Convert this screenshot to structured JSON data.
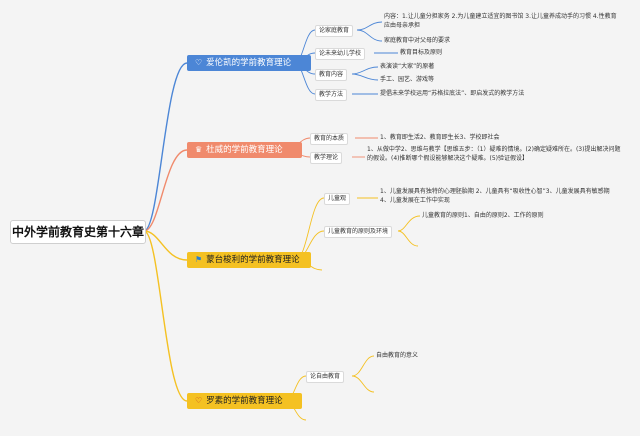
{
  "root": {
    "label": "中外学前教育史第十六章"
  },
  "branches": [
    {
      "label": "爱伦凯的学前教育理论",
      "icon": "♡",
      "color": "#4c86d6",
      "subs": [
        {
          "label": "论家庭教育",
          "leaves": [
            "内容：1.让儿童分担家务 2.为儿童建立适宜的图书馆 3.让儿童养成动手的习惯 4.性教育应由母亲承担",
            "家庭教育中对父母的要求"
          ]
        },
        {
          "label": "论未来幼儿学校",
          "leaves": [
            "教育目标及原则"
          ]
        },
        {
          "label": "教育内容",
          "leaves": [
            "表演读“大家”的原著",
            "手工、园艺、游戏等"
          ]
        },
        {
          "label": "教学方法",
          "leaves": [
            "提倡未来学校运用“苏格拉底法”、即启发式的教学方法"
          ]
        }
      ]
    },
    {
      "label": "杜威的学前教育理论",
      "icon": "♛",
      "color": "#f08a6c",
      "subs": [
        {
          "label": "教育的本质",
          "leaves": [
            "1、教育即生活2、教育即生长3、学校即社会"
          ]
        },
        {
          "label": "教学理论",
          "leaves": [
            "1、从做中学2、思维与教学【思维五步：（1）疑难的情境。(2)确定疑难所在。(3)提出解决问题的假设。(4)推断哪个假设能够解决这个疑难。(5)验证假设】"
          ]
        }
      ]
    },
    {
      "label": "蒙台梭利的学前教育理论",
      "icon": "⚑",
      "color": "#f4c122",
      "subs": [
        {
          "label": "儿童观",
          "leaves": [
            "1、儿童发展具有独特的心理胚胎期 2、儿童具有“吸收性心智”3、儿童发展具有敏感期 4、儿童发展在工作中实现"
          ]
        },
        {
          "label": "儿童教育的原则及环境",
          "leaves": [
            "儿童教育的原则1、自由的原则2、工作的原则"
          ]
        }
      ]
    },
    {
      "label": "罗素的学前教育理论",
      "icon": "♡",
      "color": "#f4c122",
      "subs": [
        {
          "label": "论自由教育",
          "leaves": [
            "自由教育的意义"
          ]
        }
      ]
    }
  ]
}
